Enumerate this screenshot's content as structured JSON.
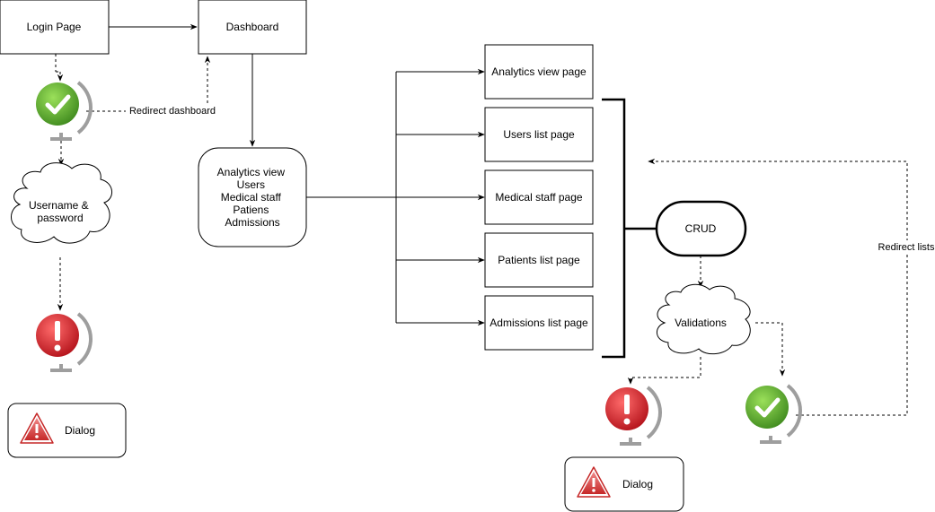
{
  "nodes": {
    "login": "Login Page",
    "dashboard": "Dashboard",
    "menu": [
      "Analytics view",
      "Users",
      "Medical staff",
      "Patiens",
      "Admissions"
    ],
    "credentials": [
      "Username &",
      "password"
    ],
    "dialog_left": "Dialog",
    "analytics_page": "Analytics view page",
    "users_page": "Users list page",
    "medical_page": "Medical staff page",
    "patients_page": "Patients list page",
    "admissions_page": "Admissions list page",
    "crud": "CRUD",
    "validations": "Validations",
    "dialog_right": "Dialog"
  },
  "edge_labels": {
    "redirect_dashboard": "Redirect dashboard",
    "redirect_lists": "Redirect lists"
  },
  "icons": {
    "success": "globe-check-icon",
    "error": "globe-error-icon",
    "warning": "warning-triangle-icon"
  },
  "colors": {
    "success_green": "#5aa02c",
    "error_red": "#d32f2f",
    "globe_stand": "#9e9e9e"
  }
}
